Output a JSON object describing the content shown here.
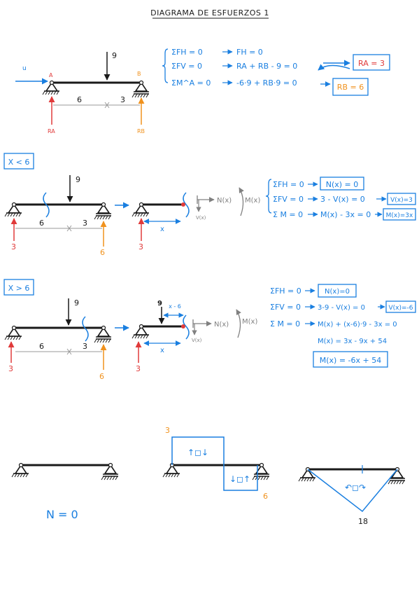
{
  "title": "DIAGRAMA DE ESFUERZOS 1",
  "colors": {
    "ink": "#1a1a1a",
    "blue": "#1a7fe0",
    "red": "#e03a3a",
    "orange": "#f0921e",
    "gray": "#808080"
  },
  "section_global": {
    "load": "9",
    "horizontal_force": "u",
    "support_a": "A",
    "support_b": "B",
    "dim_left": "6",
    "dim_right": "3",
    "reaction_a": "RA",
    "reaction_b": "RB",
    "equations": [
      {
        "lhs": "ΣFH = 0",
        "rhs": "FH = 0"
      },
      {
        "lhs": "ΣFV = 0",
        "rhs": "RA + RB - 9 = 0"
      },
      {
        "lhs": "ΣM^A = 0",
        "rhs": "-6·9 + RB·9 = 0"
      }
    ],
    "result_a": "RA = 3",
    "result_b": "RB = 6"
  },
  "section_x_lt_6": {
    "label": "X < 6",
    "load": "9",
    "dim_left": "6",
    "dim_right": "3",
    "reaction_a": "3",
    "reaction_b": "6",
    "cut_reaction": "3",
    "cut_dim": "x",
    "normal": "N(x)",
    "moment": "M(x)",
    "shear": "V(x)",
    "equations": [
      {
        "lhs": "ΣFH = 0",
        "result": "N(x) = 0"
      },
      {
        "lhs": "ΣFV = 0",
        "mid": "3 - V(x) = 0",
        "result": "V(x)=3"
      },
      {
        "lhs": "Σ M = 0",
        "mid": "M(x) - 3x = 0",
        "result": "M(x)=3x"
      }
    ]
  },
  "section_x_gt_6": {
    "label": "X > 6",
    "load": "9",
    "dim_left": "6",
    "dim_right": "3",
    "reaction_a": "3",
    "reaction_b": "6",
    "cut_reaction": "3",
    "cut_load": "9",
    "cut_offset": "x - 6",
    "cut_dim": "x",
    "normal": "N(x)",
    "moment": "M(x)",
    "shear": "V(x)",
    "equations": [
      {
        "lhs": "ΣFH = 0",
        "result": "N(x)=0"
      },
      {
        "lhs": "ΣFV = 0",
        "mid": "3-9 - V(x) = 0",
        "result": "V(x)=-6"
      },
      {
        "lhs": "Σ M = 0",
        "mid": "M(x) + (x-6)·9 - 3x = 0"
      }
    ],
    "moment_expand": "M(x) = 3x - 9x + 54",
    "moment_result": "M(x) = -6x + 54"
  },
  "diagrams": {
    "normal_label": "N = 0",
    "shear_top": "3",
    "shear_bottom": "6",
    "moment_peak": "18"
  }
}
